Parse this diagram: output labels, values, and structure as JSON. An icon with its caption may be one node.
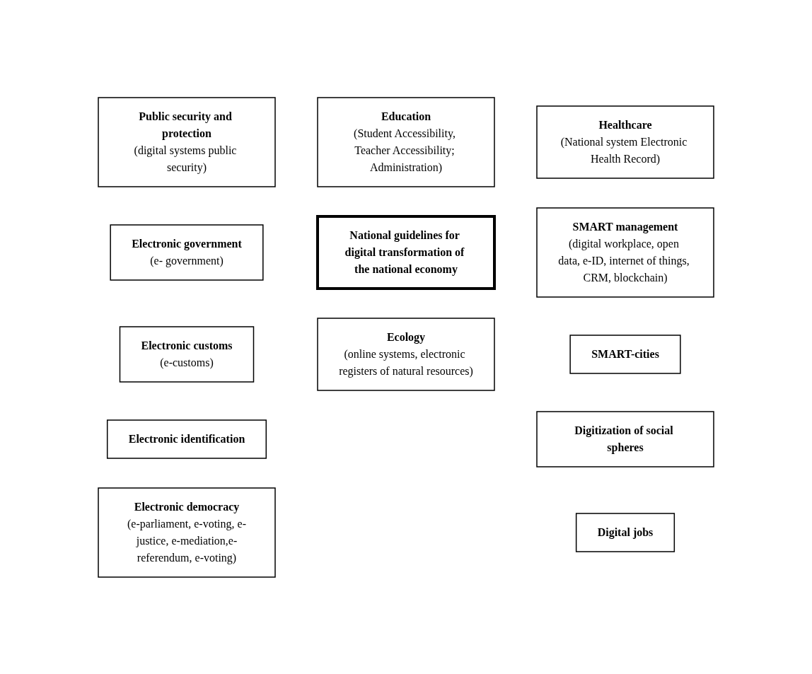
{
  "diagram": {
    "nodes": [
      {
        "text": [
          "Public security and protection",
          "(digital systems public security)"
        ]
      },
      {
        "text": [
          "Electronic government",
          "(e- government)"
        ]
      },
      {
        "text": [
          "Electronic customs",
          "(e-customs)"
        ]
      },
      {
        "text": [
          "Electronic identification"
        ]
      },
      {
        "text": [
          "Electronic democracy",
          "(e-parliament, e-voting, e-justice, e-mediation,e-referendum, e-voting)"
        ]
      },
      {
        "text": [
          "Education",
          "(Student Accessibility, Teacher Accessibility; Administration)"
        ]
      },
      {
        "text": [
          "National guidelines for digital transformation of the national economy"
        ]
      },
      {
        "text": [
          "Ecology",
          "(online systems, electronic registers of natural resources)"
        ]
      },
      {
        "text": [
          "Healthcare",
          "(National system Electronic Health Record)"
        ]
      },
      {
        "text": [
          "SMART management",
          "(digital workplace, open data, e-ID, internet of things, CRM, blockchain)"
        ]
      },
      {
        "text": [
          "SMART-cities"
        ]
      },
      {
        "text": [
          "Digitization of social spheres"
        ]
      },
      {
        "text": [
          "Digital jobs"
        ]
      }
    ]
  }
}
